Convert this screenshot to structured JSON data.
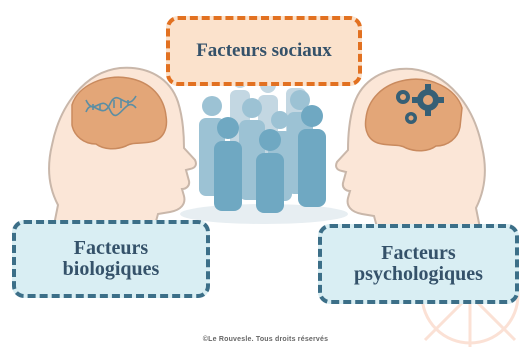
{
  "boxes": {
    "social": "Facteurs sociaux",
    "bio_line1": "Facteurs",
    "bio_line2": "biologiques",
    "psy_line1": "Facteurs",
    "psy_line2": "psychologiques"
  },
  "copyright": "©Le Rouvesle. Tous droits réservés",
  "colors": {
    "orange_border": "#e27121",
    "orange_fill": "#fbe2cc",
    "teal_border": "#3c6f88",
    "teal_fill": "#d9eef3",
    "head_fill": "#fbe6d7",
    "head_outline": "#c0b1a6",
    "brain": "#e0a478",
    "people": "#7cb4cc",
    "text": "#35526a"
  },
  "icons": {
    "bio_brain_symbol": "dna-icon",
    "psy_brain_symbol": "gears-icon",
    "center_group": "people-group-icon"
  }
}
